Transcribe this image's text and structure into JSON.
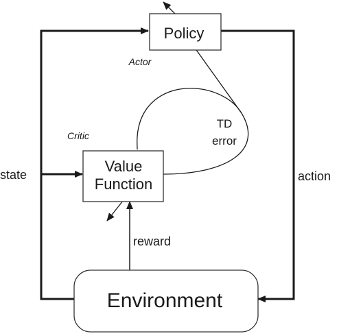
{
  "nodes": {
    "policy": "Policy",
    "value_function_line1": "Value",
    "value_function_line2": "Function",
    "environment": "Environment"
  },
  "labels": {
    "actor": "Actor",
    "critic": "Critic",
    "td_line1": "TD",
    "td_line2": "error",
    "state": "state",
    "action": "action",
    "reward": "reward"
  }
}
